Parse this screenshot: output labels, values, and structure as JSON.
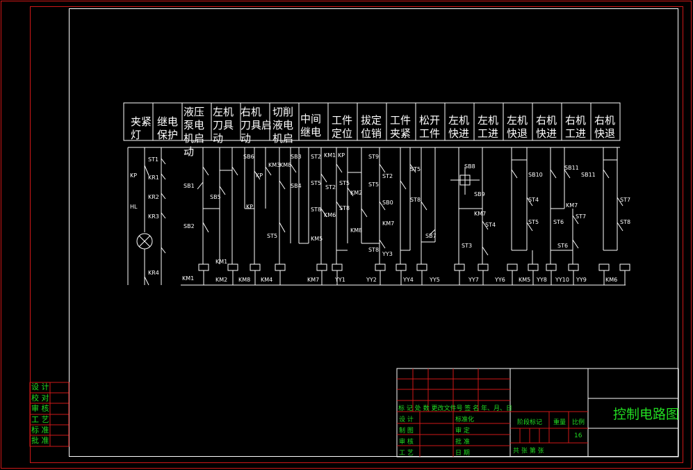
{
  "headers": [
    "夹紧\n灯",
    "继电\n保护",
    "液压\n泵电\n机启\n动",
    "左机\n刀具\n动",
    "右机\n刀具启\n动",
    "切削\n液电\n机启",
    "中间\n继电",
    "工件\n定位",
    "拔定\n位销",
    "工件\n夹紧",
    "松开\n工件",
    "左机\n快进",
    "左机\n工进",
    "左机\n快退",
    "右机\n快进",
    "右机\n工进",
    "右机\n快退"
  ],
  "coils": [
    "KM1",
    "KM2",
    "KM8",
    "KM4",
    "KM7",
    "YY1",
    "YY2",
    "YY4",
    "YY5",
    "YY7",
    "YY6",
    "KM5",
    "YY8",
    "YY10",
    "YY9",
    "KM6"
  ],
  "contacts": [
    "ST1",
    "KP",
    "KR1",
    "KR2",
    "KR3",
    "HL",
    "KR4",
    "SB1",
    "SB2",
    "SB5",
    "KM1",
    "SB6",
    "KP",
    "KP",
    "KM3",
    "KM8",
    "SB3",
    "SB4",
    "ST5",
    "ST2",
    "KM1",
    "KP",
    "ST9",
    "ST2",
    "ST5",
    "ST5",
    "KM2",
    "ST8",
    "ST8",
    "ST5",
    "KM6",
    "KM8",
    "KM5",
    "SB0",
    "KM7",
    "ST8",
    "ST5",
    "ST8",
    "SB7",
    "SB8",
    "SB9",
    "KM7",
    "ST4",
    "ST3",
    "SB10",
    "ST4",
    "ST5",
    "SB11",
    "KM7",
    "ST6",
    "ST7",
    "SB11",
    "ST7",
    "ST8",
    "ST6"
  ],
  "left_table": [
    "设 计",
    "校 对",
    "审 核",
    "工 艺",
    "标 准",
    "批 准"
  ],
  "title_block": {
    "title": "控制电路图",
    "row_head": "标 记 处  数 更改文件号  签  名 年、月、日",
    "left_rows": [
      "设  计",
      "制  图",
      "审  核",
      "工  艺"
    ],
    "mid_rows": [
      "标准化",
      "审  定",
      "批  准",
      "日  期"
    ],
    "stage": "阶段标记",
    "weight": "重量",
    "scale": "比例",
    "scale_value": "16",
    "sheets": "共      张   第      张"
  }
}
